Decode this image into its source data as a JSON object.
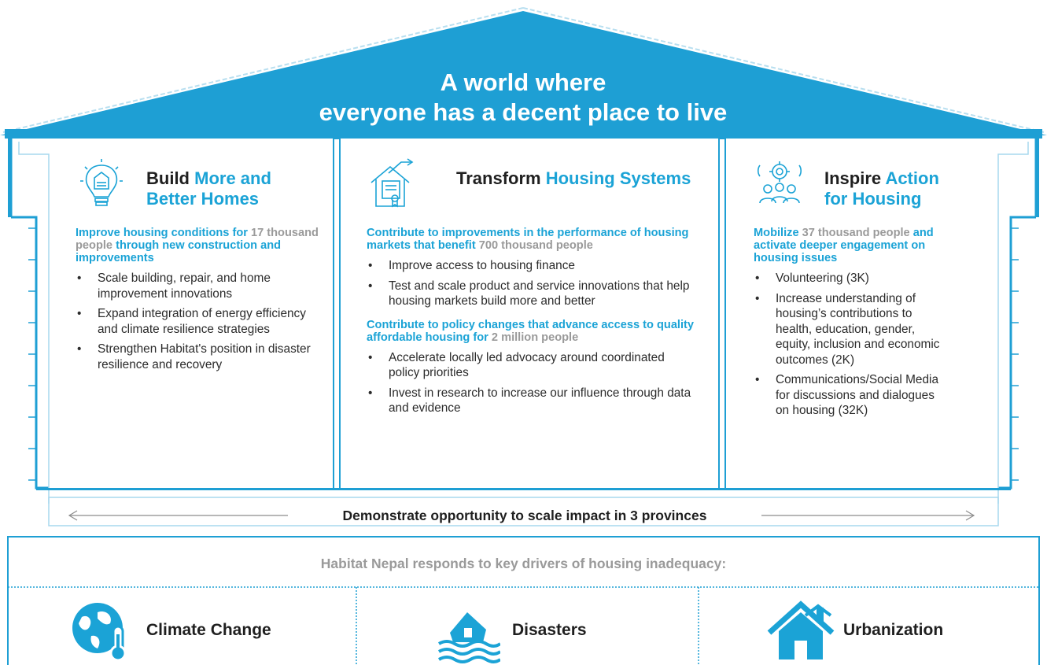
{
  "roof": {
    "line1": "A world where",
    "line2": "everyone has a decent place to live"
  },
  "columns": [
    {
      "title_plain": "Build",
      "title_accent": "More and Better Homes",
      "icon": "lightbulb-house-icon",
      "goals": [
        {
          "parts": [
            {
              "text": "Improve housing conditions for ",
              "style": "accent"
            },
            {
              "text": "17 thousand people",
              "style": "grey"
            },
            {
              "text": " through new construction and improvements",
              "style": "accent"
            }
          ],
          "bullets": [
            "Scale building, repair, and home improvement innovations",
            "Expand integration of energy efficiency and climate resilience strategies",
            "Strengthen Habitat's position in disaster resilience and recovery"
          ]
        }
      ]
    },
    {
      "title_plain": "Transform",
      "title_accent": "Housing Systems",
      "icon": "house-document-growth-icon",
      "goals": [
        {
          "parts": [
            {
              "text": "Contribute to improvements in the performance of housing markets that benefit ",
              "style": "accent"
            },
            {
              "text": "700 thousand people",
              "style": "grey"
            }
          ],
          "bullets": [
            "Improve access to housing finance",
            "Test and scale product and service innovations that help housing markets build more and better"
          ]
        },
        {
          "parts": [
            {
              "text": "Contribute to policy changes that advance access to quality affordable housing for ",
              "style": "accent"
            },
            {
              "text": "2 million people",
              "style": "grey"
            }
          ],
          "bullets": [
            "Accelerate locally led advocacy around coordinated policy priorities",
            "Invest in research to increase our influence through data and evidence"
          ]
        }
      ]
    },
    {
      "title_plain": "Inspire",
      "title_accent": "Action for Housing",
      "icon": "people-gear-icon",
      "goals": [
        {
          "parts": [
            {
              "text": "Mobilize ",
              "style": "accent"
            },
            {
              "text": "37 thousand people",
              "style": "grey"
            },
            {
              "text": " and activate deeper engagement on housing issues",
              "style": "accent"
            }
          ],
          "bullets": [
            "Volunteering (3K)",
            "Increase understanding of housing’s contributions to health, education, gender, equity, inclusion and economic outcomes (2K)",
            "Communications/Social Media for discussions and dialogues on housing (32K)"
          ]
        }
      ]
    }
  ],
  "scale_banner": "Demonstrate opportunity to scale impact in 3 provinces",
  "drivers": {
    "heading": "Habitat Nepal responds to key drivers of housing inadequacy:",
    "items": [
      {
        "label": "Climate Change",
        "icon": "globe-thermometer-icon"
      },
      {
        "label": "Disasters",
        "icon": "flooded-house-icon"
      },
      {
        "label": "Urbanization",
        "icon": "houses-icon"
      }
    ]
  },
  "colors": {
    "brand_blue": "#1ba3d6",
    "roof_blue": "#1e9fd4",
    "text_dark": "#1f1f1f",
    "text_grey": "#9a9a9a"
  }
}
